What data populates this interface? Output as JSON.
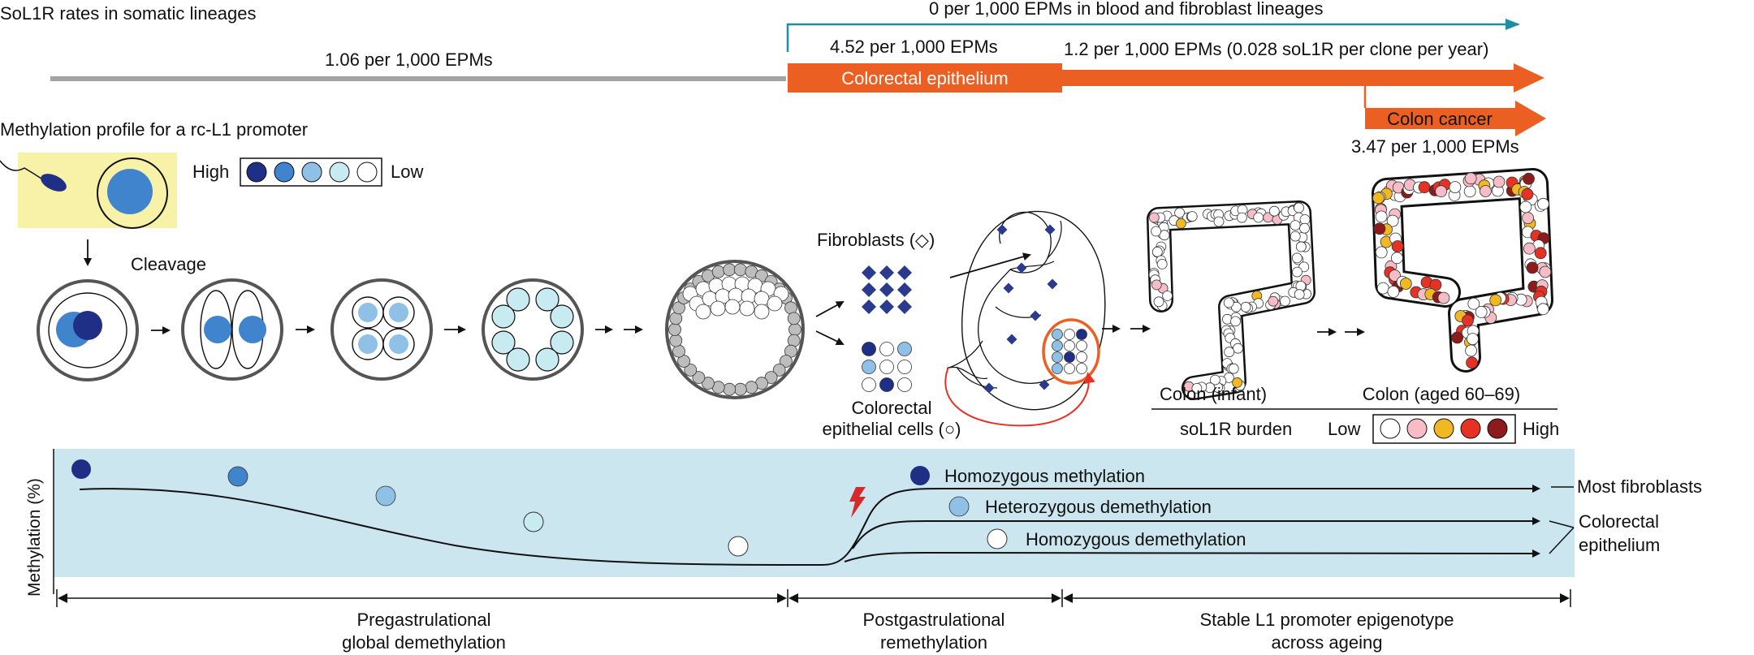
{
  "colors": {
    "grey_track": "#a3a3a3",
    "teal": "#1b8ea8",
    "orange": "#ec5f22",
    "yellow_box": "#f8f2a8",
    "blue_band": "#cbe6ee",
    "red_bolt": "#d42a2a",
    "meth_high": "#1f2f86",
    "meth_mid_high": "#3f84cc",
    "meth_mid": "#8fc0e6",
    "meth_low_mid": "#c7ebf1",
    "meth_low": "#ffffff",
    "burden_low": "#ffffff",
    "burden_pink": "#f6bdc6",
    "burden_yellow": "#f2b821",
    "burden_red": "#e63224",
    "burden_high": "#8e1b1b"
  },
  "header": {
    "title": "SoL1R rates in somatic lineages",
    "rate_early": "1.06 per 1,000 EPMs",
    "rate_blood": "0 per 1,000 EPMs in blood and fibroblast lineages",
    "rate_colorectal": "4.52 per 1,000 EPMs",
    "colorectal_label": "Colorectal epithelium",
    "rate_adult": "1.2 per 1,000 EPMs (0.028 soL1R per clone per year)",
    "cancer_label": "Colon cancer",
    "rate_cancer": "3.47 per 1,000 EPMs"
  },
  "methylation_profile": {
    "title": "Methylation profile for a rc-L1 promoter",
    "high": "High",
    "low": "Low"
  },
  "development": {
    "cleavage": "Cleavage",
    "fibroblasts": "Fibroblasts (◇)",
    "colorectal_line1": "Colorectal",
    "colorectal_line2": "epithelial cells (○)"
  },
  "colon": {
    "infant": "Colon (infant)",
    "aged": "Colon (aged 60–69)",
    "burden": "soL1R burden",
    "low": "Low",
    "high": "High"
  },
  "plot": {
    "ylabel": "Methylation (%)",
    "homo_meth": "Homozygous methylation",
    "hetero_demeth": "Heterozygous demethylation",
    "homo_demeth": "Homozygous demethylation",
    "most_fibroblasts": "Most fibroblasts",
    "colorectal_line1": "Colorectal",
    "colorectal_line2": "epithelium"
  },
  "phases": {
    "pre_line1": "Pregastrulational",
    "pre_line2": "global demethylation",
    "post_line1": "Postgastrulational",
    "post_line2": "remethylation",
    "stable_line1": "Stable L1 promoter epigenotype",
    "stable_line2": "across ageing"
  }
}
